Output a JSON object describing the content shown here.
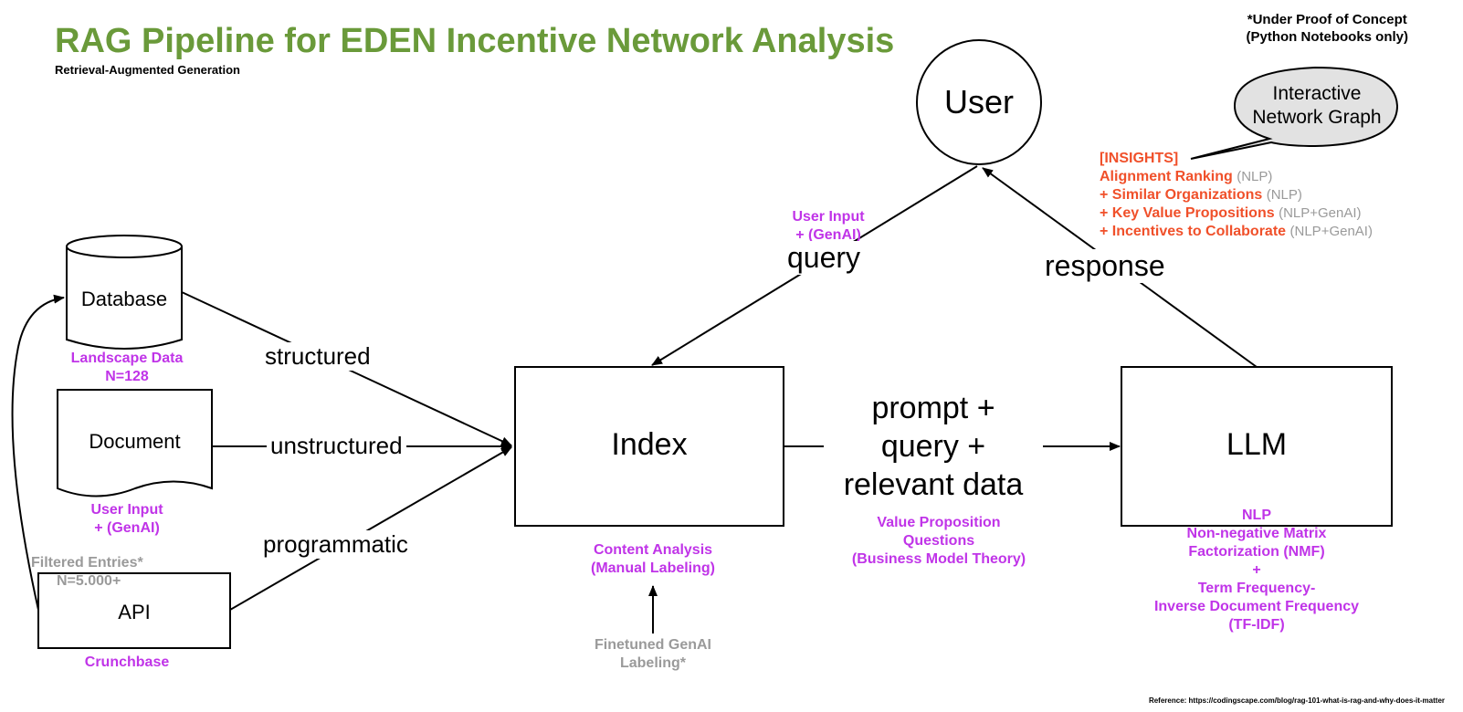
{
  "title": "RAG Pipeline for EDEN Incentive Network Analysis",
  "subtitle": "Retrieval-Augmented Generation",
  "note": {
    "line1": "*Under Proof of Concept",
    "line2": "(Python Notebooks only)"
  },
  "reference": "Reference: https://codingscape.com/blog/rag-101-what-is-rag-and-why-does-it-matter",
  "sources": {
    "database": {
      "label": "Database",
      "caption1": "Landscape Data",
      "caption2": "N=128"
    },
    "document": {
      "label": "Document",
      "caption1": "User Input",
      "caption2": "+ (GenAI)"
    },
    "api": {
      "label": "API",
      "caption": "Crunchbase",
      "filtered1": "Filtered Entries*",
      "filtered2": "N=5.000+"
    }
  },
  "edges": {
    "structured": "structured",
    "unstructured": "unstructured",
    "programmatic": "programmatic",
    "query": "query",
    "response": "response",
    "prompt1": "prompt +",
    "prompt2": "query +",
    "prompt3": "relevant data"
  },
  "index": {
    "label": "Index",
    "caption1": "Content Analysis",
    "caption2": "(Manual Labeling)",
    "finetune1": "Finetuned GenAI",
    "finetune2": "Labeling*"
  },
  "llm": {
    "label": "LLM",
    "captions": [
      "NLP",
      "Non-negative Matrix",
      "Factorization (NMF)",
      "+",
      "Term Frequency-",
      "Inverse Document Frequency",
      "(TF-IDF)"
    ]
  },
  "user": {
    "label": "User",
    "input1": "User Input",
    "input2": "+ (GenAI)"
  },
  "value_prop": {
    "line1": "Value Proposition",
    "line2": "Questions",
    "line3": "(Business Model Theory)"
  },
  "bubble": {
    "line1": "Interactive",
    "line2": "Network Graph"
  },
  "insights": {
    "header": "[INSIGHTS]",
    "items": [
      {
        "label": "Alignment Ranking",
        "method": "(NLP)"
      },
      {
        "label": "+ Similar Organizations",
        "method": "(NLP)"
      },
      {
        "label": "+ Key Value Propositions",
        "method": "(NLP+GenAI)"
      },
      {
        "label": "+ Incentives to Collaborate",
        "method": "(NLP+GenAI)"
      }
    ]
  },
  "colors": {
    "title": "#6a9a3a",
    "accent": "#c034e8",
    "insight": "#f0502a",
    "muted": "#9a9a9a"
  }
}
